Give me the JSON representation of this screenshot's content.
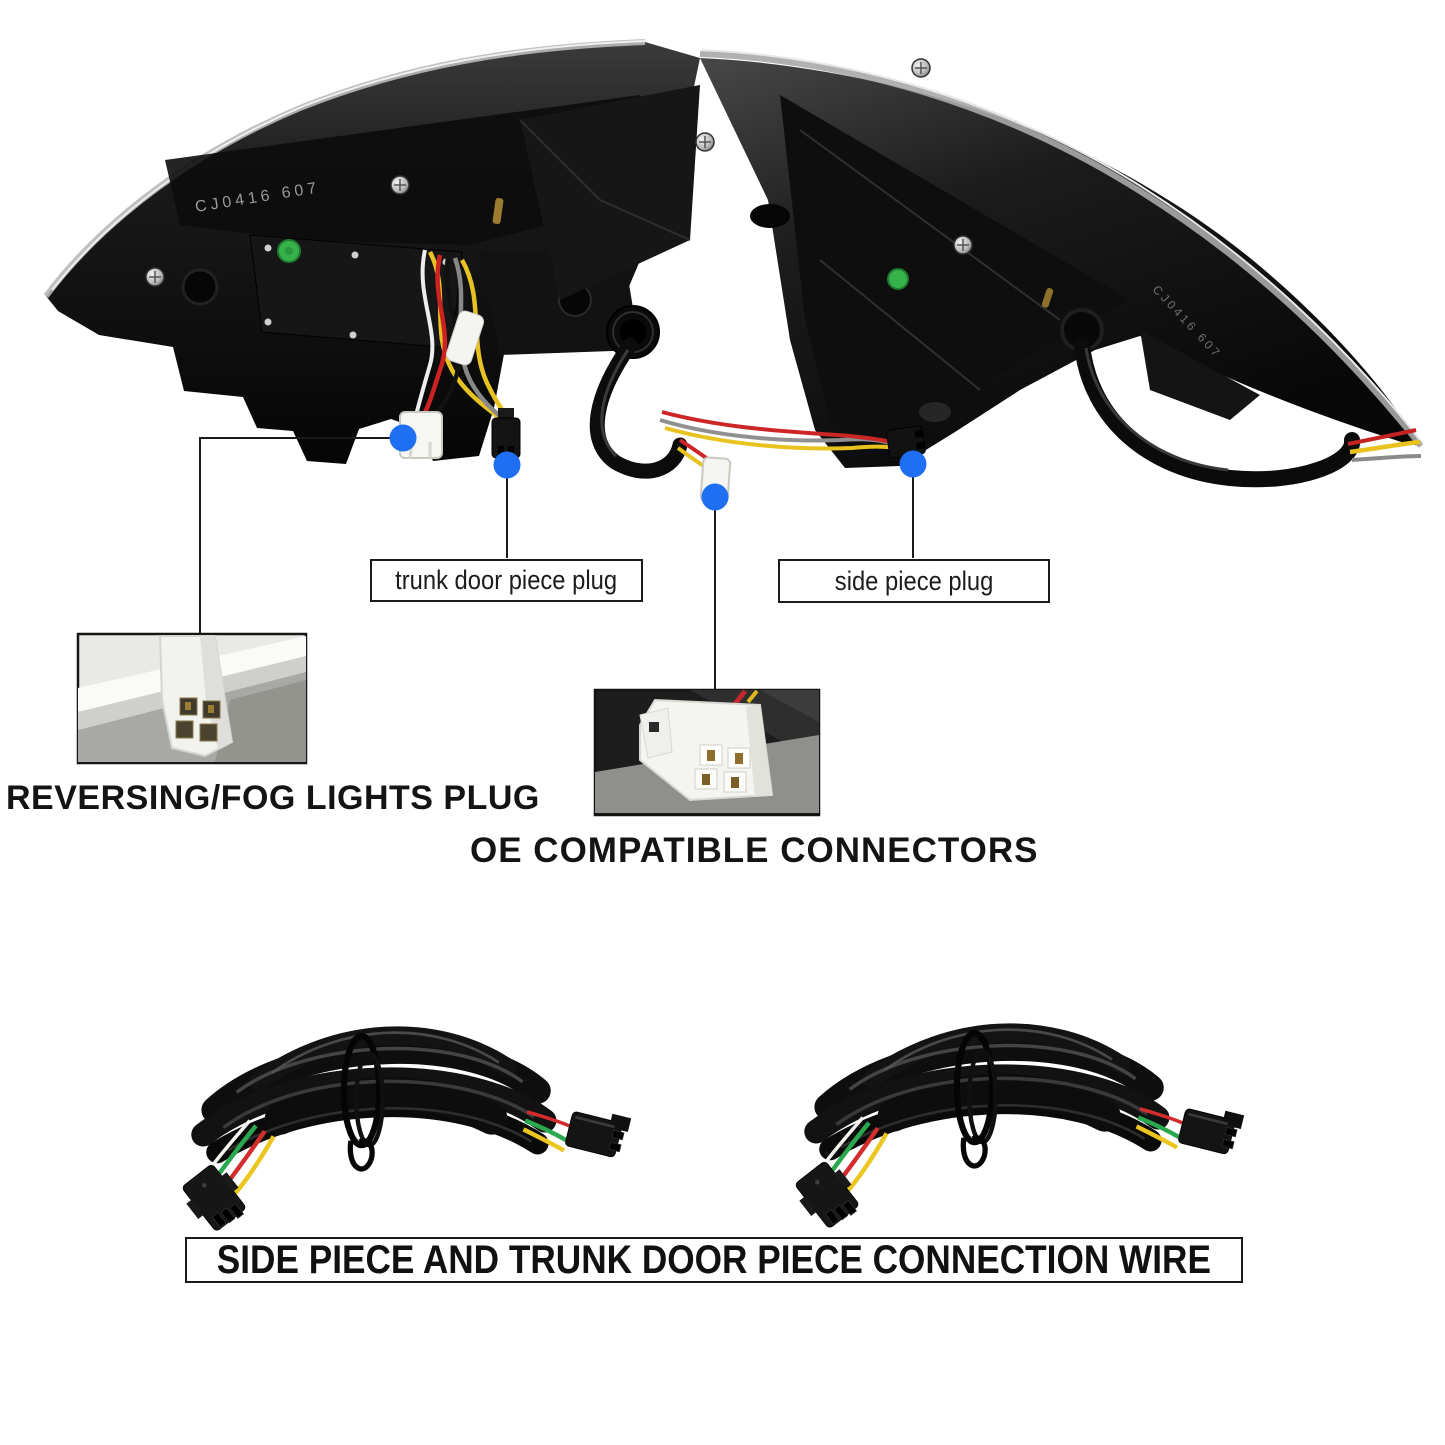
{
  "colors": {
    "marker_blue": "#1e6ff2",
    "background": "#ffffff",
    "sticker_green": "#36b24a"
  },
  "taillight": {
    "marking_left": "CJ0416 607",
    "marking_right": "CJ0416 607"
  },
  "callout_labels": {
    "trunk_door": "trunk door piece plug",
    "side_piece": "side piece plug"
  },
  "headings": {
    "reversing_fog": "REVERSING/FOG LIGHTS PLUG",
    "oe_connectors": "OE COMPATIBLE CONNECTORS",
    "connection_wire": "SIDE PIECE AND TRUNK DOOR PIECE CONNECTION WIRE"
  }
}
